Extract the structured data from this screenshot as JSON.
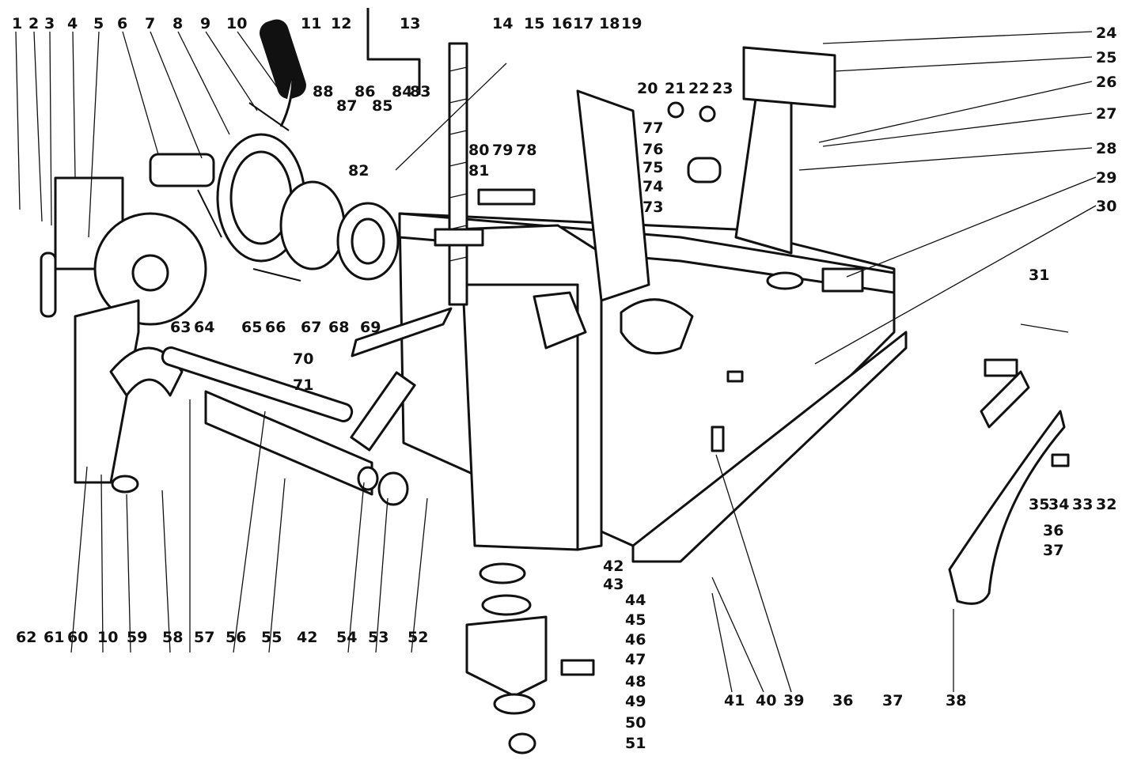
{
  "diagram": {
    "labels": [
      "1",
      "2",
      "3",
      "4",
      "5",
      "6",
      "7",
      "8",
      "9",
      "10",
      "11",
      "12",
      "13",
      "14",
      "15",
      "16",
      "17",
      "18",
      "19",
      "20",
      "21",
      "22",
      "23",
      "24",
      "25",
      "26",
      "27",
      "28",
      "29",
      "30",
      "31",
      "32",
      "33",
      "34",
      "35",
      "36",
      "36",
      "37",
      "37",
      "38",
      "39",
      "40",
      "41",
      "42",
      "42",
      "43",
      "44",
      "45",
      "46",
      "47",
      "48",
      "49",
      "50",
      "51",
      "52",
      "53",
      "54",
      "55",
      "56",
      "57",
      "58",
      "59",
      "10",
      "60",
      "61",
      "62",
      "63",
      "64",
      "65",
      "66",
      "67",
      "68",
      "69",
      "70",
      "71",
      "73",
      "74",
      "75",
      "76",
      "77",
      "78",
      "79",
      "80",
      "81",
      "82",
      "83",
      "84",
      "85",
      "86",
      "87",
      "88"
    ]
  }
}
